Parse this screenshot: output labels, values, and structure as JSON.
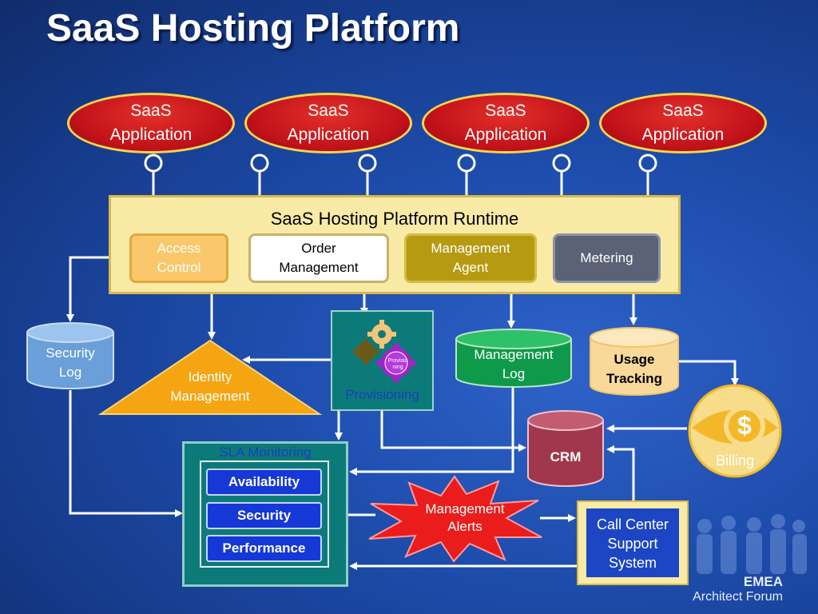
{
  "slide": {
    "title": "SaaS Hosting Platform"
  },
  "applications": [
    {
      "line1": "SaaS",
      "line2": "Application"
    },
    {
      "line1": "SaaS",
      "line2": "Application"
    },
    {
      "line1": "SaaS",
      "line2": "Application"
    },
    {
      "line1": "SaaS",
      "line2": "Application"
    }
  ],
  "runtime": {
    "title": "SaaS Hosting Platform Runtime",
    "modules": [
      {
        "line1": "Access",
        "line2": "Control"
      },
      {
        "line1": "Order",
        "line2": "Management"
      },
      {
        "line1": "Management",
        "line2": "Agent"
      },
      {
        "line1": "Metering"
      }
    ]
  },
  "security_log": {
    "line1": "Security",
    "line2": "Log"
  },
  "identity": {
    "line1": "Identity",
    "line2": "Management"
  },
  "provisioning": {
    "label": "Provisioning",
    "gear_text": "Provisio\nning"
  },
  "management_log": {
    "line1": "Management",
    "line2": "Log"
  },
  "usage_tracking": {
    "line1": "Usage",
    "line2": "Tracking"
  },
  "billing": {
    "label": "Billing",
    "symbol": "$"
  },
  "crm": {
    "label": "CRM"
  },
  "sla": {
    "label": "SLA Monitoring",
    "items": [
      "Availability",
      "Security",
      "Performance"
    ]
  },
  "alerts": {
    "line1": "Management",
    "line2": "Alerts"
  },
  "call_center": {
    "line1": "Call Center",
    "line2": "Support",
    "line3": "System"
  },
  "branding": {
    "line1": "EMEA",
    "line2": "Architect Forum"
  },
  "colors": {
    "app_red": "#c4141b",
    "runtime_yellow": "#f9eaa6",
    "access_orange": "#fac86a",
    "agent_olive": "#b59a12",
    "metering_gray": "#5b6276",
    "teal": "#0d7a7a",
    "green_cylinder": "#0e9a4a",
    "crm_maroon": "#a1374c",
    "triangle_orange": "#f5a511"
  }
}
